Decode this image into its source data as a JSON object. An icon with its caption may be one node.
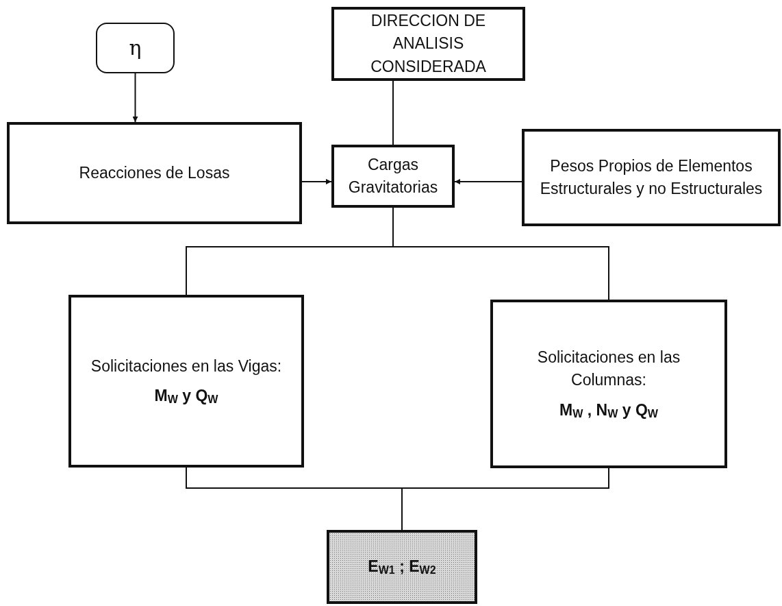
{
  "diagram": {
    "nodes": [
      {
        "text": [
          "η"
        ]
      },
      {
        "text": [
          "DIRECCION DE ANALISIS CONSIDERADA"
        ]
      },
      {
        "text": [
          "Reacciones de Losas"
        ]
      },
      {
        "text": [
          "Cargas Gravitatorias"
        ]
      },
      {
        "text": [
          "Pesos Propios de Elementos Estructurales y no Estructurales"
        ]
      },
      {
        "text": [
          "Solicitaciones en las Vigas:",
          "M$_{W}$  y Q$_{W}$"
        ]
      },
      {
        "text": [
          "Solicitaciones en las Columnas:",
          "M$_{W}$ , N$_{W}$  y Q$_{W}$"
        ]
      },
      {
        "text": [
          "E$_{W1}$ ; E$_{W2}$"
        ]
      }
    ],
    "edges": [
      {
        "from": 0,
        "to": 2,
        "arrow": "to"
      },
      {
        "from": 1,
        "to": 3,
        "arrow": "none"
      },
      {
        "from": 2,
        "to": 3,
        "arrow": "to"
      },
      {
        "from": 4,
        "to": 3,
        "arrow": "to"
      },
      {
        "from": 3,
        "to": 5,
        "arrow": "none"
      },
      {
        "from": 3,
        "to": 6,
        "arrow": "none"
      },
      {
        "from": 5,
        "to": 7,
        "arrow": "none"
      },
      {
        "from": 6,
        "to": 7,
        "arrow": "none"
      }
    ]
  }
}
